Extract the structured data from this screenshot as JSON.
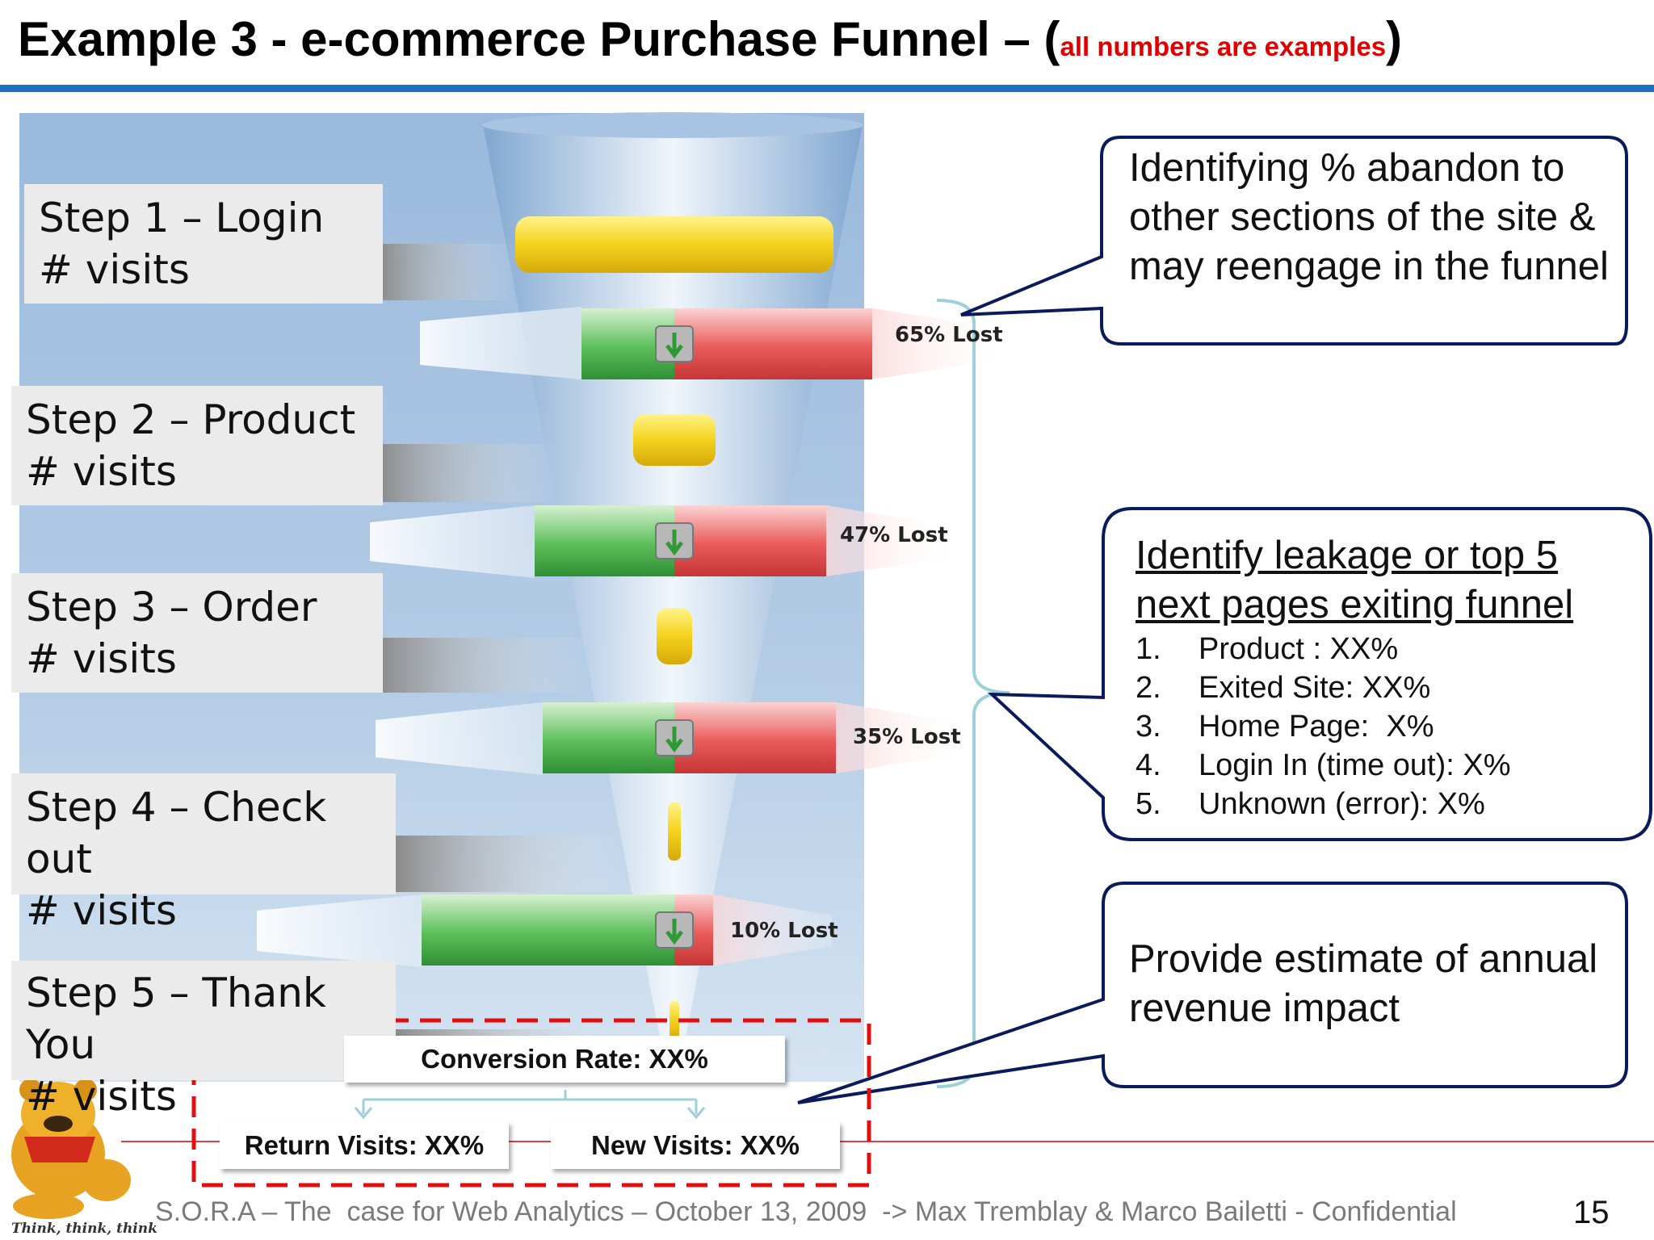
{
  "title": {
    "main": "Example 3 - e-commerce Purchase Funnel – (",
    "note": "all numbers are examples",
    "close": ")"
  },
  "steps": [
    {
      "label": "Step 1 – Login",
      "sub": "# visits"
    },
    {
      "label": "Step 2 – Product",
      "sub": "# visits"
    },
    {
      "label": "Step 3 – Order",
      "sub": "# visits"
    },
    {
      "label": "Step 4 – Check out",
      "sub": "# visits"
    },
    {
      "label": "Step 5 – Thank You",
      "sub": "# visits"
    }
  ],
  "lost": [
    {
      "text": "65% Lost",
      "value": 65
    },
    {
      "text": "47% Lost",
      "value": 47
    },
    {
      "text": "35% Lost",
      "value": 35
    },
    {
      "text": "10% Lost",
      "value": 10
    }
  ],
  "callouts": {
    "abandon": "Identifying % abandon to other sections of the site & may reengage in the funnel",
    "leakage_heading": "Identify leakage or top 5 next pages exiting funnel",
    "leakage_items": [
      {
        "num": "1.",
        "text": "Product : XX%"
      },
      {
        "num": "2.",
        "text": "Exited Site: XX%"
      },
      {
        "num": "3.",
        "text": "Home Page:  X%"
      },
      {
        "num": "4.",
        "text": "Login In (time out): X%"
      },
      {
        "num": "5.",
        "text": "Unknown (error): X%"
      }
    ],
    "revenue": "Provide estimate of annual revenue impact"
  },
  "metrics": {
    "conversion": "Conversion Rate: XX%",
    "return_visits": "Return Visits: XX%",
    "new_visits": "New Visits: XX%"
  },
  "footer": {
    "text": "S.O.R.A – The  case for Web Analytics – October 13, 2009  -> Max Tremblay & Marco Bailetti - Confidential",
    "page_number": "15",
    "mascot_caption": "Think, think, think"
  },
  "colors": {
    "title_rule": "#1f6fc4",
    "note_red": "#e00000",
    "callout_border": "#0b1a5c",
    "dashed_red": "#e01010",
    "lost_green": "#4fb04f",
    "lost_red": "#e24848",
    "gold_bar": "#f2d21a"
  }
}
